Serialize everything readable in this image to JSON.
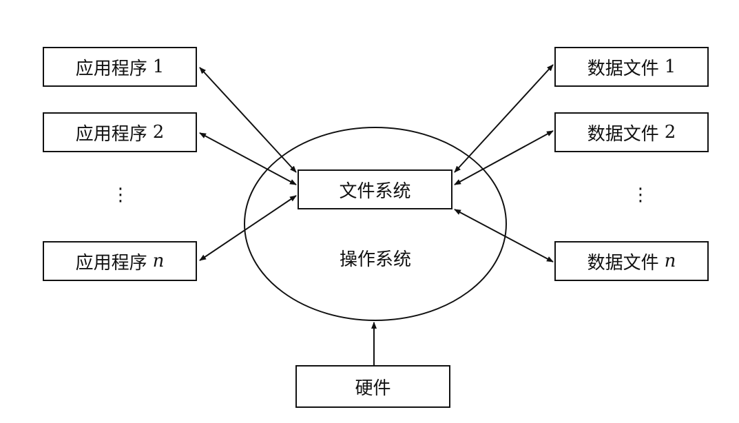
{
  "apps": {
    "items": [
      {
        "label": "应用程序",
        "suffix": "1",
        "suffix_italic": false
      },
      {
        "label": "应用程序",
        "suffix": "2",
        "suffix_italic": false
      },
      {
        "label": "应用程序",
        "suffix": "n",
        "suffix_italic": true
      }
    ],
    "ellipsis": "⋮"
  },
  "data_files": {
    "items": [
      {
        "label": "数据文件",
        "suffix": "1",
        "suffix_italic": false
      },
      {
        "label": "数据文件",
        "suffix": "2",
        "suffix_italic": false
      },
      {
        "label": "数据文件",
        "suffix": "n",
        "suffix_italic": true
      }
    ],
    "ellipsis": "⋮"
  },
  "core": {
    "file_system": "文件系统",
    "operating_system": "操作系统",
    "hardware": "硬件"
  },
  "colors": {
    "line": "#111111",
    "background": "#ffffff"
  }
}
